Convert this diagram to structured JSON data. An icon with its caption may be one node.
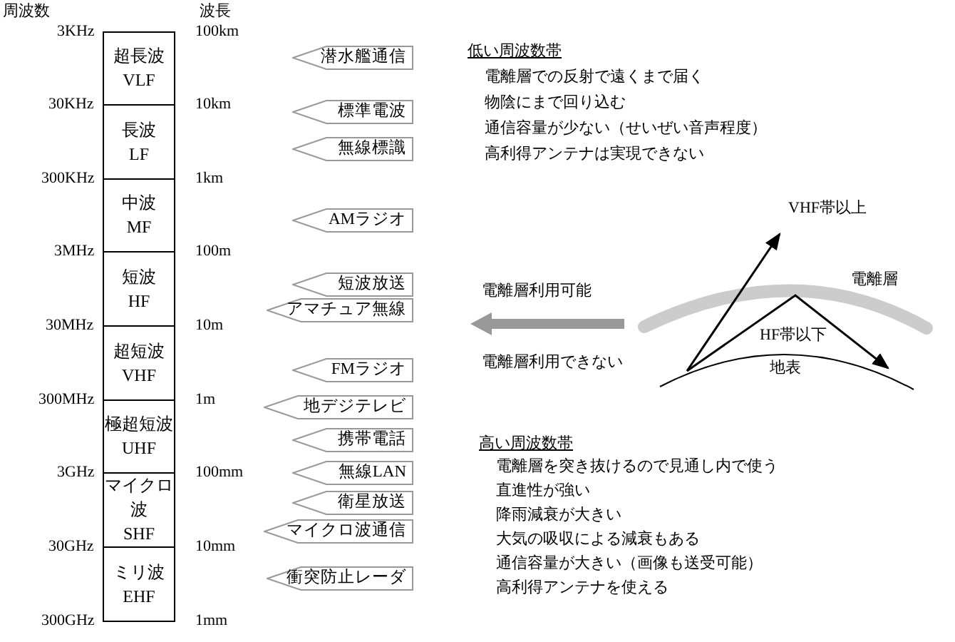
{
  "diagram": {
    "nodes": [
      {
        "text": [
          "超長波",
          "VLF"
        ]
      },
      {
        "text": [
          "長波",
          "LF"
        ]
      },
      {
        "text": [
          "中波",
          "MF"
        ]
      },
      {
        "text": [
          "短波",
          "HF"
        ]
      },
      {
        "text": [
          "超短波",
          "VHF"
        ]
      },
      {
        "text": [
          "極超短波",
          "UHF"
        ]
      },
      {
        "text": [
          "マイクロ波",
          "SHF"
        ]
      },
      {
        "text": [
          "ミリ波",
          "EHF"
        ]
      },
      {
        "text": [
          "潜水艦通信"
        ]
      },
      {
        "text": [
          "標準電波"
        ]
      },
      {
        "text": [
          "無線標識"
        ]
      },
      {
        "text": [
          "AMラジオ"
        ]
      },
      {
        "text": [
          "短波放送"
        ]
      },
      {
        "text": [
          "アマチュア無線"
        ]
      },
      {
        "text": [
          "FMラジオ"
        ]
      },
      {
        "text": [
          "地デジテレビ"
        ]
      },
      {
        "text": [
          "携帯電話"
        ]
      },
      {
        "text": [
          "無線LAN"
        ]
      },
      {
        "text": [
          "衛星放送"
        ]
      },
      {
        "text": [
          "マイクロ波通信"
        ]
      },
      {
        "text": [
          "衝突防止レーダ"
        ]
      }
    ],
    "edges": [],
    "labels": [
      "周波数",
      "波長",
      "3KHz",
      "100km",
      "30KHz",
      "10km",
      "300KHz",
      "1km",
      "3MHz",
      "100m",
      "30MHz",
      "10m",
      "300MHz",
      "1m",
      "3GHz",
      "100mm",
      "30GHz",
      "10mm",
      "300GHz",
      "1mm",
      "低い周波数帯",
      "電離層での反射で遠くまで届く",
      "物陰にまで回り込む",
      "通信容量が少ない（せいぜい音声程度）",
      "高利得アンテナは実現できない",
      "VHF帯以上",
      "電離層利用可能",
      "電離層",
      "HF帯以下",
      "電離層利用できない",
      "地表",
      "高い周波数帯",
      "電離層を突き抜けるので見通し内で使う",
      "直進性が強い",
      "降雨減衰が大きい",
      "大気の吸収による減衰もある",
      "通信容量が大きい（画像も送受可能）",
      "高利得アンテナを使える"
    ]
  }
}
